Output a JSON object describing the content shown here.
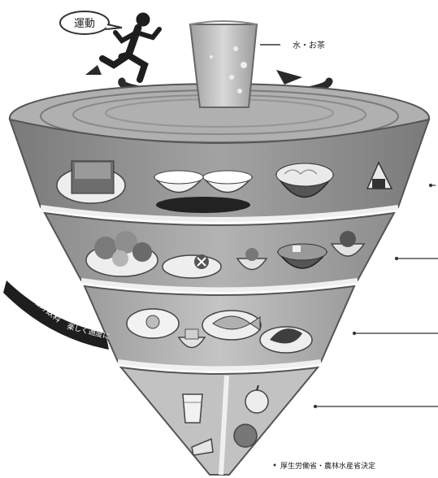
{
  "bubble_label": "運動",
  "water_label": "水・お茶",
  "snacks_label_main": "菓子・嗜好飲料",
  "snacks_label_sub": "楽しく適度に",
  "source_label": "厚生労働省・農林水産省決定",
  "icons": [
    "runner-icon",
    "water-glass-icon",
    "bread-icon",
    "rice-bowl-icon",
    "noodle-bowl-icon",
    "onigiri-icon",
    "salad-icon",
    "mushroom-dish-icon",
    "miso-soup-icon",
    "fried-egg-icon",
    "fish-icon",
    "meat-icon",
    "milk-icon",
    "cheese-icon",
    "apple-icon",
    "orange-icon"
  ],
  "colors": {
    "band_dark": "#8a8a8a",
    "band_mid": "#a8a8a8",
    "band_light": "#c9c9c9",
    "top_face": "#b5b5b5",
    "outline": "#3a3a3a"
  }
}
